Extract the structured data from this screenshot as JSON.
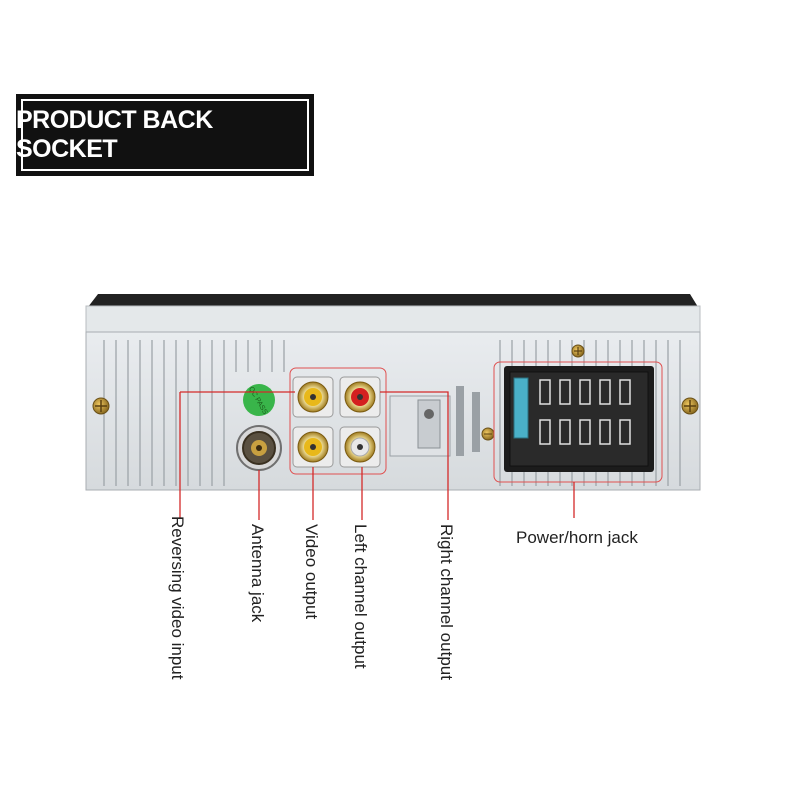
{
  "banner": {
    "title": "PRODUCT BACK SOCKET"
  },
  "sticker": {
    "text": "QC PASS"
  },
  "labels": {
    "reversing": "Reversing video input",
    "antenna": "Antenna jack",
    "video": "Video output",
    "left": "Left channel output",
    "right": "Right channel output",
    "power": "Power/horn jack"
  },
  "colors": {
    "callout_line": "#d42a2a",
    "rca_yellow": "#e8b81a",
    "rca_red": "#d42020",
    "rca_white": "#e8e8e8",
    "sticker_green": "#39b54a"
  }
}
